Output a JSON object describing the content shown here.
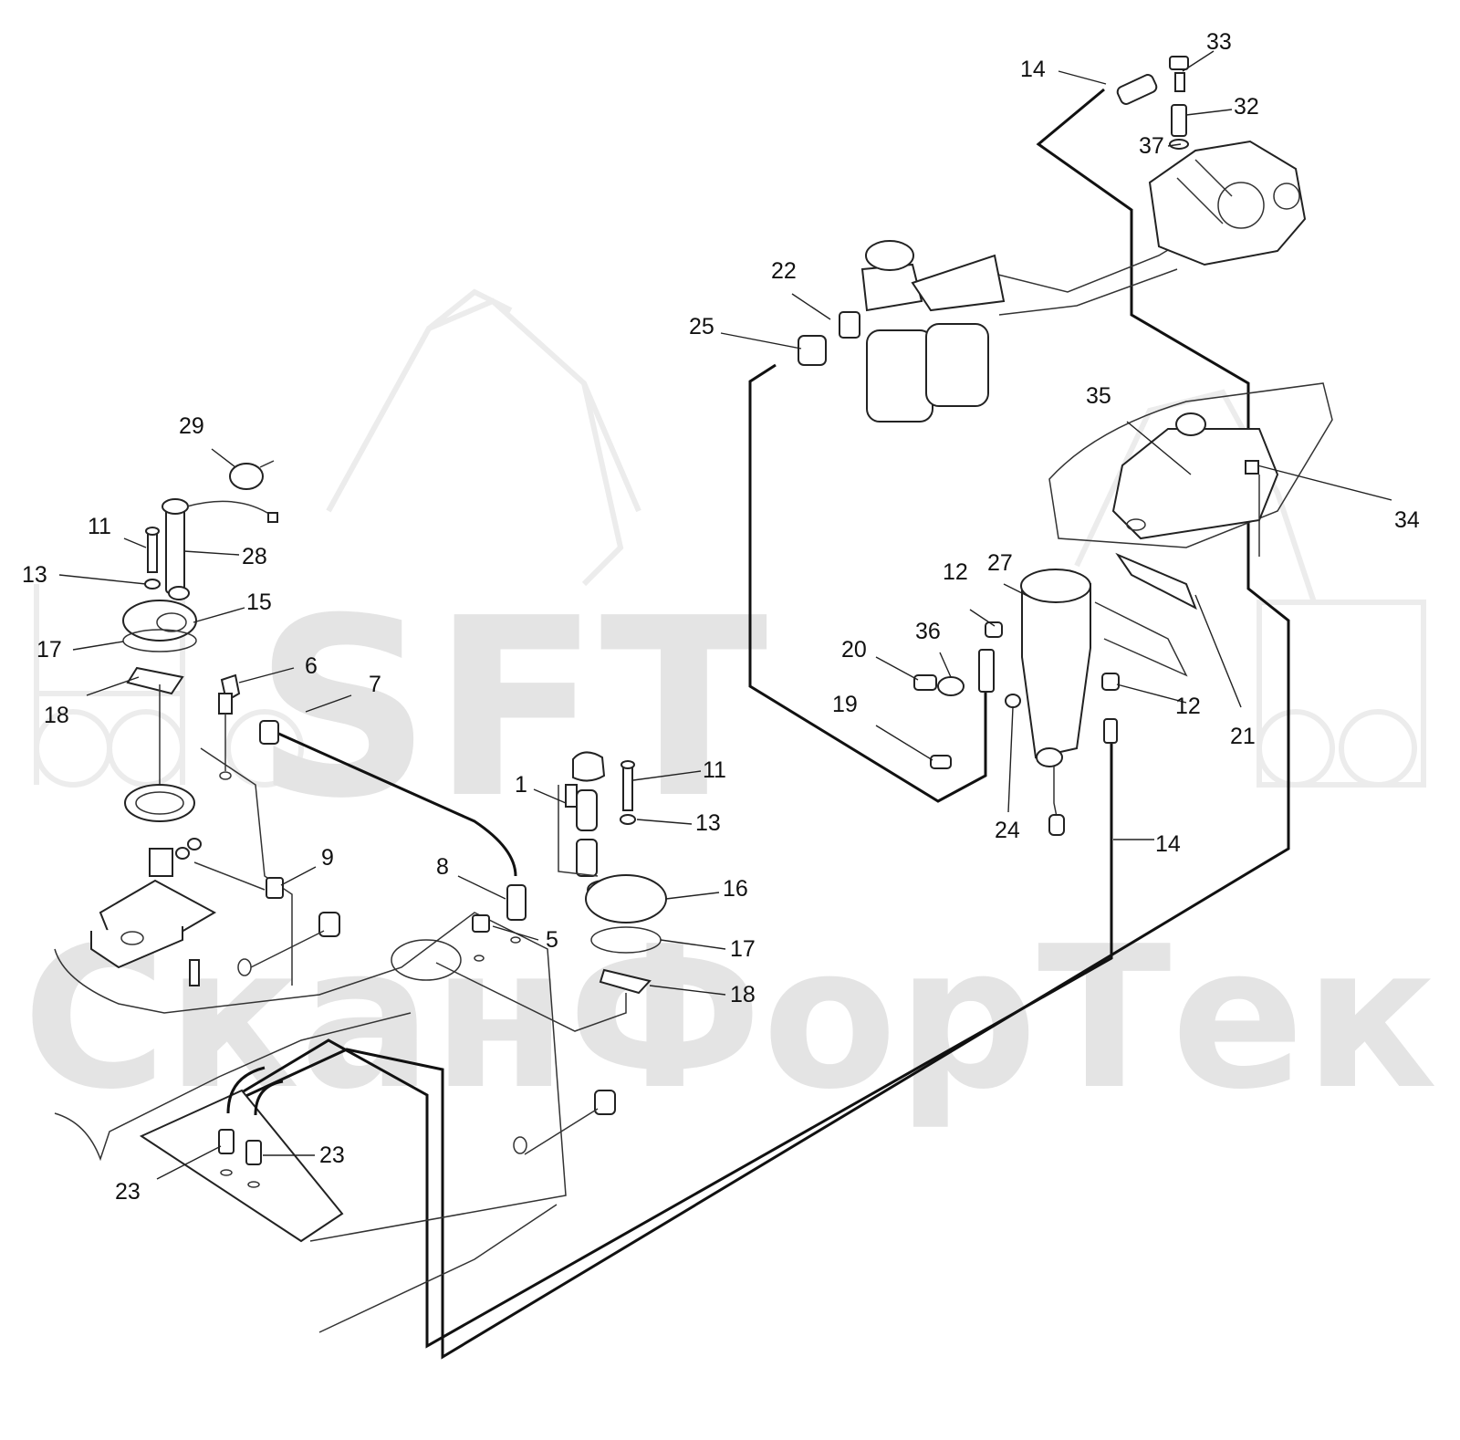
{
  "watermark": {
    "logo_text": "SFT",
    "company_text": "СканФорТек"
  },
  "callouts": [
    {
      "id": "c1",
      "text": "1"
    },
    {
      "id": "c5",
      "text": "5"
    },
    {
      "id": "c6",
      "text": "6"
    },
    {
      "id": "c7",
      "text": "7"
    },
    {
      "id": "c8",
      "text": "8"
    },
    {
      "id": "c9",
      "text": "9"
    },
    {
      "id": "c11a",
      "text": "11"
    },
    {
      "id": "c11b",
      "text": "11"
    },
    {
      "id": "c12a",
      "text": "12"
    },
    {
      "id": "c12b",
      "text": "12"
    },
    {
      "id": "c13a",
      "text": "13"
    },
    {
      "id": "c13b",
      "text": "13"
    },
    {
      "id": "c14a",
      "text": "14"
    },
    {
      "id": "c14b",
      "text": "14"
    },
    {
      "id": "c15",
      "text": "15"
    },
    {
      "id": "c16",
      "text": "16"
    },
    {
      "id": "c17a",
      "text": "17"
    },
    {
      "id": "c17b",
      "text": "17"
    },
    {
      "id": "c18a",
      "text": "18"
    },
    {
      "id": "c18b",
      "text": "18"
    },
    {
      "id": "c19",
      "text": "19"
    },
    {
      "id": "c20",
      "text": "20"
    },
    {
      "id": "c21",
      "text": "21"
    },
    {
      "id": "c22",
      "text": "22"
    },
    {
      "id": "c23a",
      "text": "23"
    },
    {
      "id": "c23b",
      "text": "23"
    },
    {
      "id": "c24",
      "text": "24"
    },
    {
      "id": "c25",
      "text": "25"
    },
    {
      "id": "c27",
      "text": "27"
    },
    {
      "id": "c28",
      "text": "28"
    },
    {
      "id": "c29",
      "text": "29"
    },
    {
      "id": "c32",
      "text": "32"
    },
    {
      "id": "c33",
      "text": "33"
    },
    {
      "id": "c34",
      "text": "34"
    },
    {
      "id": "c35",
      "text": "35"
    },
    {
      "id": "c36",
      "text": "36"
    },
    {
      "id": "c37",
      "text": "37"
    }
  ]
}
